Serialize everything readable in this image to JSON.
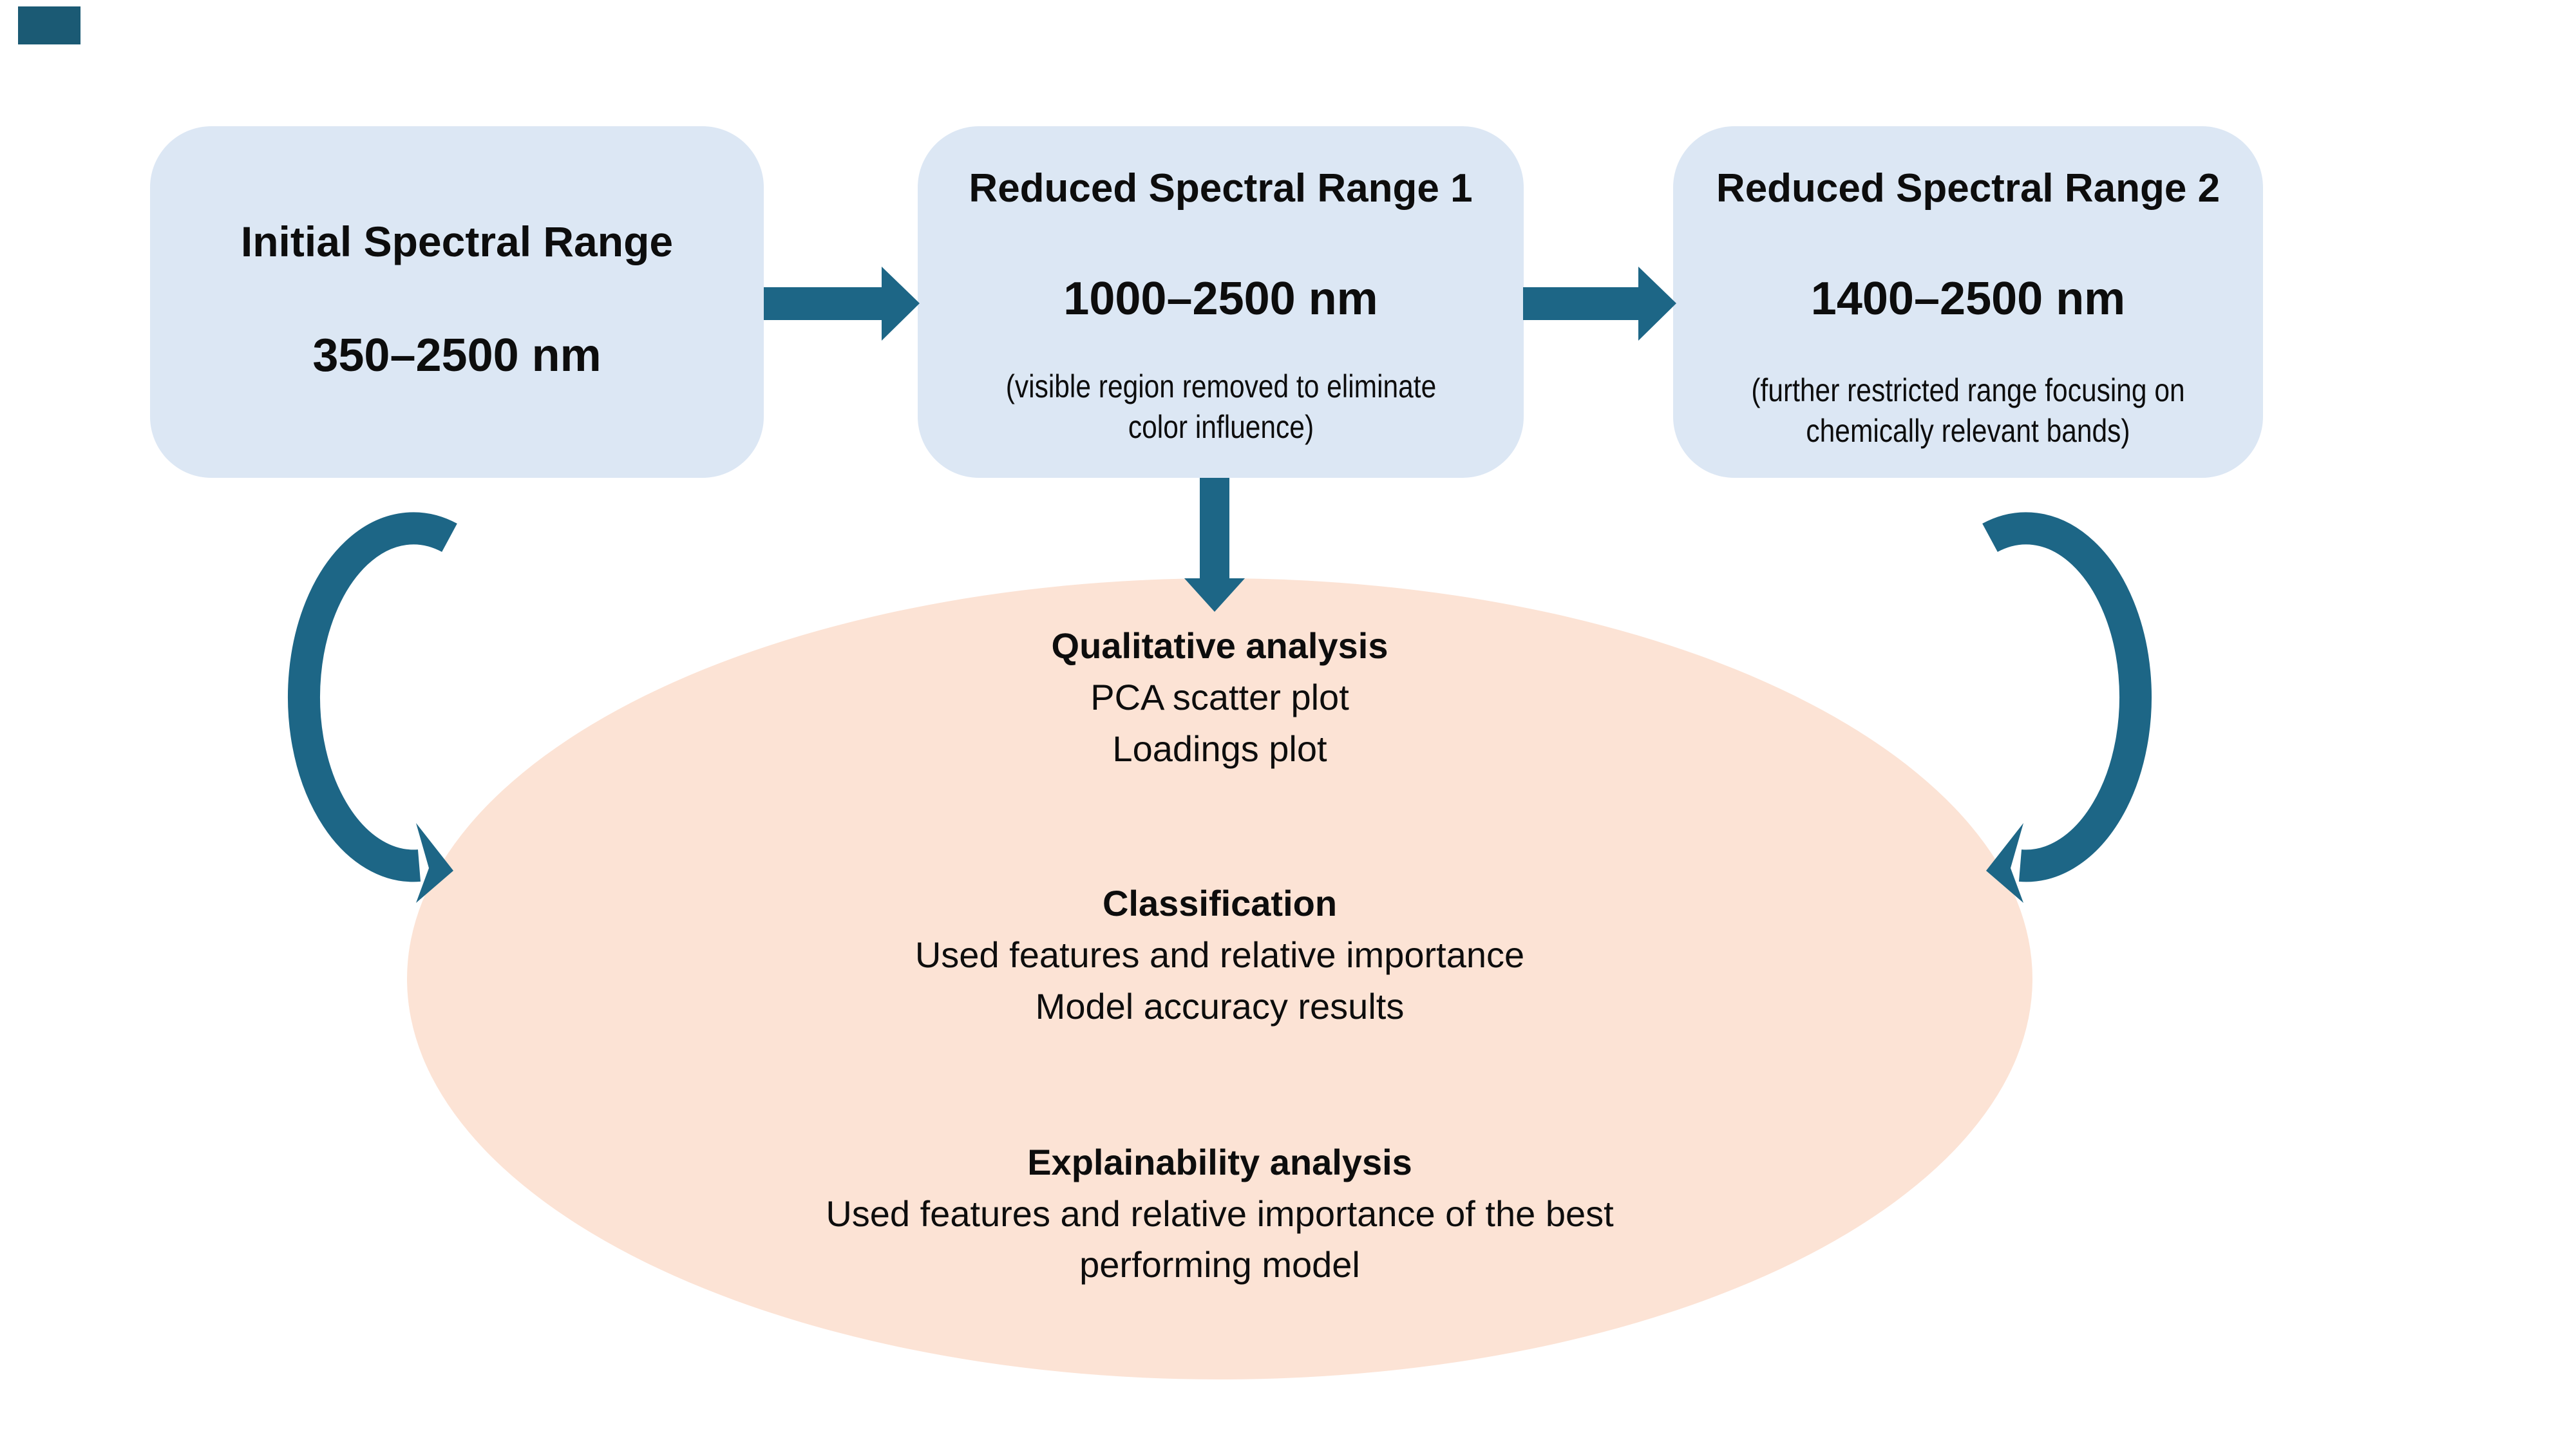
{
  "diagram": {
    "boxes": [
      {
        "title": "Initial Spectral Range",
        "range": "350–2500 nm",
        "note_line1": "",
        "note_line2": ""
      },
      {
        "title": "Reduced Spectral Range 1",
        "range": "1000–2500 nm",
        "note_line1": "(visible region removed to eliminate",
        "note_line2": "color influence)"
      },
      {
        "title": "Reduced Spectral Range 2",
        "range": "1400–2500 nm",
        "note_line1": "(further restricted range focusing on",
        "note_line2": "chemically relevant bands)"
      }
    ],
    "ellipse_sections": [
      {
        "title": "Qualitative analysis",
        "line1": "PCA scatter plot",
        "line2": "Loadings plot"
      },
      {
        "title": "Classification",
        "line1": "Used features and relative importance",
        "line2": "Model accuracy results"
      },
      {
        "title": "Explainability analysis",
        "line1": "Used features and relative importance of the best",
        "line2": "performing model"
      }
    ],
    "colors": {
      "box_fill": "#dce7f4",
      "arrow": "#1d6686",
      "ellipse_fill": "#fce3d5",
      "text": "#0d0d0d",
      "corner_square": "#1b5a74"
    }
  }
}
